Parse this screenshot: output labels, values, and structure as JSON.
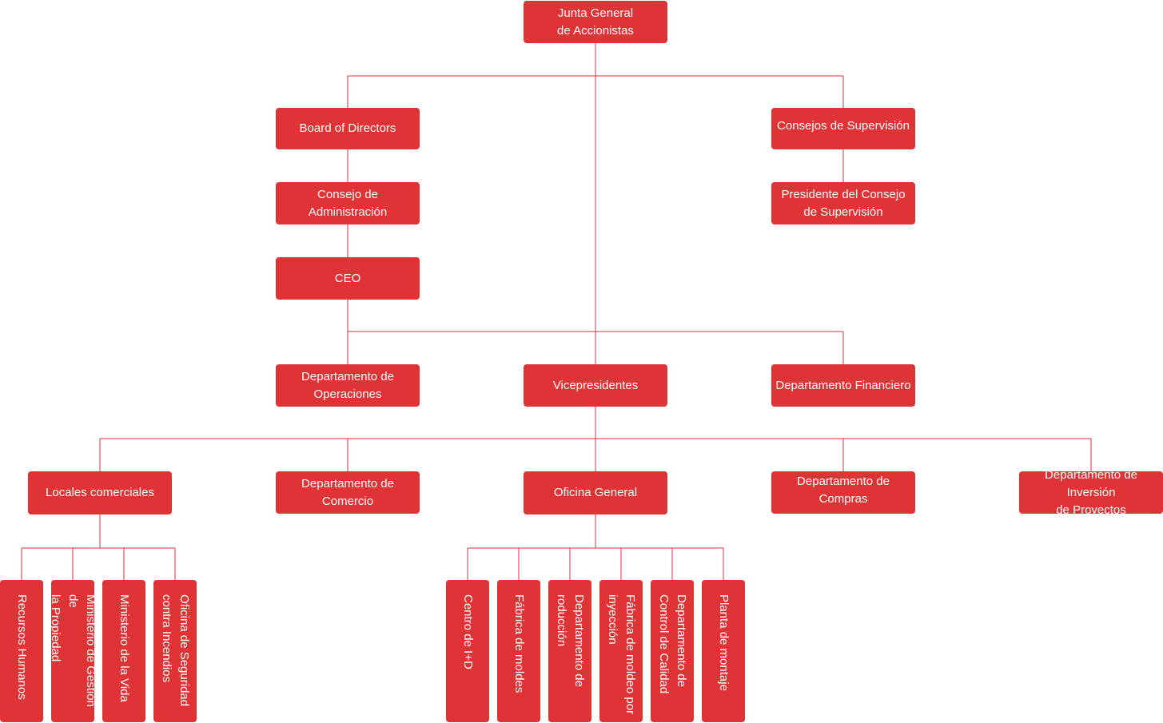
{
  "chart": {
    "colors": {
      "node_fill": "#e03336",
      "connector": "#d8323a",
      "text": "#ffffff",
      "background": "#ffffff"
    },
    "nodes": {
      "junta_general": "Junta General\nde Accionistas",
      "board_of_directors": "Board of Directors",
      "consejos_supervision": "Consejos de Supervisión",
      "consejo_administracion": "Consejo de Administración",
      "presidente_consejo_supervision": "Presidente del Consejo\nde Supervisión",
      "ceo": "CEO",
      "departamento_operaciones": "Departamento de\nOperaciones",
      "vicepresidentes": "Vicepresidentes",
      "departamento_financiero": "Departamento Financiero",
      "locales_comerciales": "Locales comerciales",
      "departamento_comercio": "Departamento de Comercio",
      "oficina_general": "Oficina General",
      "departamento_compras": "Departamento de Compras",
      "departamento_inversion": "Departamento de Inversión\nde Proyectos",
      "recursos_humanos": "Recursos Humanos",
      "ministerio_gestion_propiedad": "Ministerio de Gestión de\nla Propiedad",
      "ministerio_vida": "Ministerio de la Vida",
      "oficina_seguridad_incendios": "Oficina de Seguridad\ncontra Incendios",
      "centro_id": "Centro de I+D",
      "fabrica_moldes": "Fábrica de moldes",
      "departamento_produccion": "Departamento de\nroducción",
      "fabrica_moldeo_inyeccion": "Fábrica de moldeo por\ninyección",
      "departamento_control_calidad": "Departamento de\nControl de Calidad",
      "planta_montaje": "Planta de montaje"
    }
  }
}
